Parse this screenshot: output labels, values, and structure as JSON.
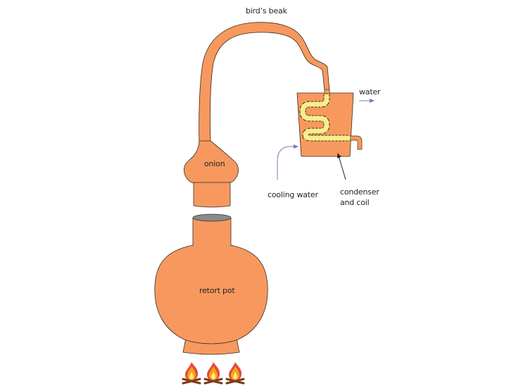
{
  "diagram": {
    "type": "alembic still",
    "colors": {
      "copper": "#f7995e",
      "outline": "#3a2a22",
      "coil": "#f5ef8a",
      "pot_opening": "#8b8b8e",
      "arrow_blue": "#7a78b0",
      "label_text": "#231f20",
      "flame_outer": "#e8483a",
      "flame_mid": "#f7a21b",
      "flame_inner": "#fff27a",
      "logs": "#7a3a1a"
    },
    "labels": {
      "birds_beak": "bird’s beak",
      "onion": "onion",
      "retort_pot": "retort pot",
      "water": "water",
      "cooling_water": "cooling water",
      "condenser_line1": "condenser",
      "condenser_line2": "and coil"
    },
    "components": [
      {
        "id": "retort-pot",
        "label": "retort pot"
      },
      {
        "id": "onion",
        "label": "onion"
      },
      {
        "id": "birds-beak",
        "label": "bird’s beak"
      },
      {
        "id": "condenser",
        "label": "condenser and coil"
      },
      {
        "id": "fire",
        "count": 3
      }
    ],
    "flows": [
      {
        "label": "cooling water",
        "direction": "into condenser"
      },
      {
        "label": "water",
        "direction": "out of condenser"
      }
    ]
  }
}
